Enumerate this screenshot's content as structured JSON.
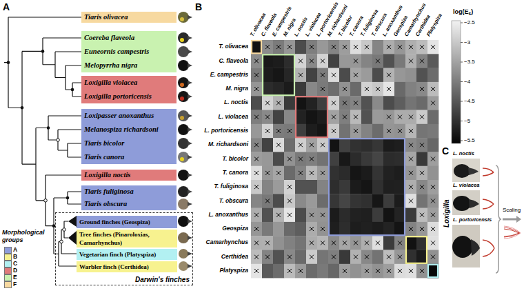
{
  "diagram": {
    "nodes": [
      {
        "text": [
          "Tiaris olivacea"
        ]
      },
      {
        "text": [
          "Coereba flaveola",
          "Euneornis campestris",
          "Melopyrrha nigra"
        ]
      },
      {
        "text": [
          "Loxigilla violacea",
          "Loxigilla portoricensis"
        ]
      },
      {
        "text": [
          "Loxipasser anoxanthus",
          "Melanospiza richardsoni",
          "Tiaris bicolor",
          "Tiaris canora"
        ]
      },
      {
        "text": [
          "Loxigilla noctis"
        ]
      },
      {
        "text": [
          "Tiaris fuliginosa",
          "Tiaris obscura"
        ]
      },
      {
        "text": [
          "Darwin's finches"
        ]
      },
      {
        "text": [
          "Ground finches (Geospiza)"
        ],
        "in": 6
      },
      {
        "text": [
          "Tree finches (Pinaroloxias, Camarhynchus)"
        ],
        "in": 6
      },
      {
        "text": [
          "Vegetarian finch (Platyspiza)"
        ],
        "in": 6
      },
      {
        "text": [
          "Warbler finch (Certhidea)"
        ],
        "in": 6
      }
    ],
    "labels": [
      "A",
      "B",
      "C",
      "Morphological groups",
      "T. olivacea",
      "C. flaveola",
      "E. campestris",
      "M. nigra",
      "L. noctis",
      "L. violacea",
      "L. portoricensis",
      "M. richardsoni",
      "T. bicolor",
      "T. canora",
      "T. fuliginosa",
      "T. obscura",
      "L. anoxanthus",
      "Geospiza",
      "Camarhynchus",
      "Certhidea",
      "Platyspiza",
      "T. olivacea",
      "C. flaveola",
      "E. campestris",
      "M. nigra",
      "L. noctis",
      "L. violacea",
      "L. portoricensis",
      "M. richardsoni",
      "T. bicolor",
      "T. canora",
      "T. fuliginosa",
      "T. obscura",
      "L. anoxanthus",
      "Geospiza",
      "Camarhynchus",
      "Certhidea",
      "Platyspiza",
      "log(E",
      "s",
      ")",
      "−2.5",
      "−3",
      "−3.5",
      "−4",
      "−4.5",
      "−5",
      "−5.5",
      "Loxigilla",
      "L. noctis",
      "L. violacea",
      "L. portoricensis",
      "Scaling"
    ],
    "legend": [
      {
        "text": "A",
        "color": "#8e9cd9"
      },
      {
        "text": "B",
        "color": "#f7f28f"
      },
      {
        "text": "C",
        "color": "#b2f0f2"
      },
      {
        "text": "D",
        "color": "#e07b7b"
      },
      {
        "text": "E",
        "color": "#c9f2b0"
      },
      {
        "text": "F",
        "color": "#f7d9a0"
      }
    ]
  }
}
